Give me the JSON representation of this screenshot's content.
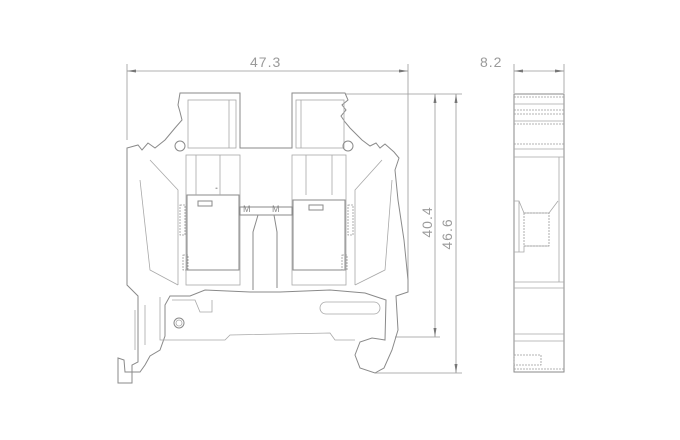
{
  "dimensions": {
    "width_front": "47.3",
    "height_inner": "40.4",
    "height_total": "46.6",
    "width_side": "8.2"
  },
  "markings": {
    "bridge_left": "M",
    "bridge_right": "M"
  }
}
